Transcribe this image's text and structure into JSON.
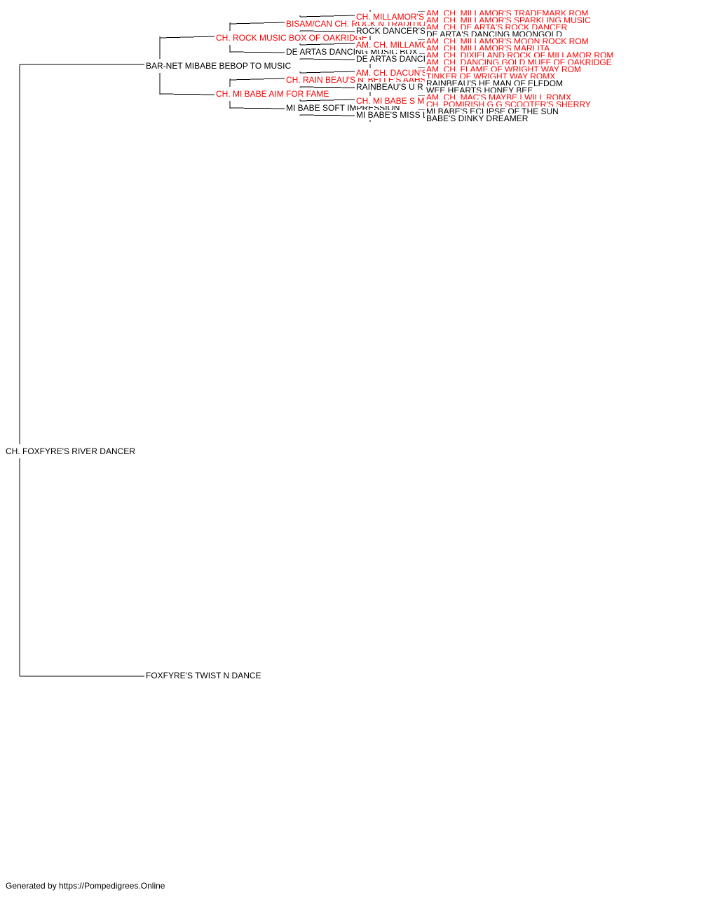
{
  "colors": {
    "titled": "#ff0000",
    "untitled": "#000000"
  },
  "pedigree": {
    "name": "CH. FOXFYRE'S RIVER DANCER",
    "titled": false,
    "sire": {
      "name": "BAR-NET MIBABE BEBOP TO MUSIC",
      "titled": false,
      "sire": {
        "name": "CH. ROCK MUSIC BOX OF OAKRIDGE",
        "titled": true,
        "sire": {
          "name": "BISAM/CAN CH. ROCK N TRADITION OF OAKRIDGE ROMS",
          "titled": true,
          "sire": {
            "name": "CH. MILLAMOR'S MARK TRADITION ROMX",
            "titled": true,
            "sire": {
              "name": "AM. CH. MILLAMOR'S TRADEMARK ROM",
              "titled": true
            },
            "dam": {
              "name": "AM. CH. MILLAMOR'S SPARKLING MUSIC",
              "titled": true
            }
          },
          "dam": {
            "name": "ROCK DANCER'S LITTLE ROCK",
            "titled": false,
            "sire": {
              "name": "AM. CH. DE ARTA'S ROCK DANCER",
              "titled": true
            },
            "dam": {
              "name": "DE ARTA'S DANCING MOONGOLD",
              "titled": false
            }
          }
        },
        "dam": {
          "name": "DE ARTAS DANCING MUSIC BOX",
          "titled": false,
          "sire": {
            "name": "AM. CH. MILLAMOR'S ROCK MUSIC ROM",
            "titled": true,
            "sire": {
              "name": "AM. CH. MILLAMOR'S MOON ROCK ROM",
              "titled": true
            },
            "dam": {
              "name": "AM. CH. MILLAMOR'S MARLITA",
              "titled": true
            }
          },
          "dam": {
            "name": "DE ARTAS DANCING BELINDA",
            "titled": false,
            "sire": {
              "name": "AM. CH. DIXIELAND ROCK OF MILLAMOR ROM",
              "titled": true
            },
            "dam": {
              "name": "AM. CH. DANCING GOLD MUFF OF OAKRIDGE",
              "titled": true
            }
          }
        }
      },
      "dam": {
        "name": "CH. MI BABE AIM FOR FAME",
        "titled": true,
        "sire": {
          "name": "CH. RAIN BEAU'S N' BELLE'S AAHS",
          "titled": true,
          "sire": {
            "name": "AM. CH. DACUN'S POMETTO OF WRIGHT WAY",
            "titled": true,
            "sire": {
              "name": "AM. CH. FLAME OF WRIGHT WAY ROM",
              "titled": true
            },
            "dam": {
              "name": "TINKER OF WRIGHT WAY ROMX",
              "titled": true
            }
          },
          "dam": {
            "name": "RAINBEAU'S U R CLASSY",
            "titled": false,
            "sire": {
              "name": "RAINBEAU'S HE MAN OF ELFDOM",
              "titled": false
            },
            "dam": {
              "name": "WEE HEARTS HONEY BEE",
              "titled": false
            }
          }
        },
        "dam": {
          "name": "MI BABE SOFT IMPRESSION",
          "titled": false,
          "sire": {
            "name": "CH. MI BABE S M CRASH",
            "titled": true,
            "sire": {
              "name": "AM. CH. MAC'S MAYBE I WILL ROMX",
              "titled": true
            },
            "dam": {
              "name": "CH. POMIRISH G G SCOOTER'S SHERRY",
              "titled": true
            }
          },
          "dam": {
            "name": "MI BABE'S MISS LIBERTY",
            "titled": false,
            "sire": {
              "name": "MI BABE'S ECLIPSE OF THE SUN",
              "titled": false
            },
            "dam": {
              "name": "BABE'S DINKY DREAMER",
              "titled": false
            }
          }
        }
      }
    },
    "dam": {
      "name": "FOXFYRE'S TWIST N DANCE",
      "titled": false
    }
  },
  "footer": {
    "text": "Generated by https://Pompedigrees.Online"
  }
}
